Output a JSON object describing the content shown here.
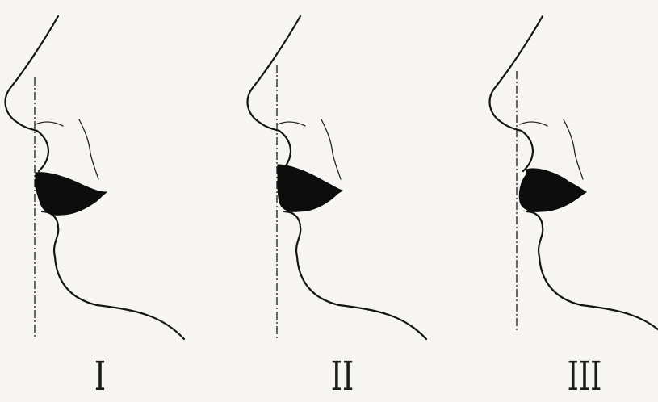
{
  "figure": {
    "panels": [
      {
        "id": "I",
        "label": "I"
      },
      {
        "id": "II",
        "label": "II"
      },
      {
        "id": "III",
        "label": "III"
      }
    ]
  },
  "colors": {
    "ink": "#141414",
    "paper": "#f7f5f1"
  }
}
